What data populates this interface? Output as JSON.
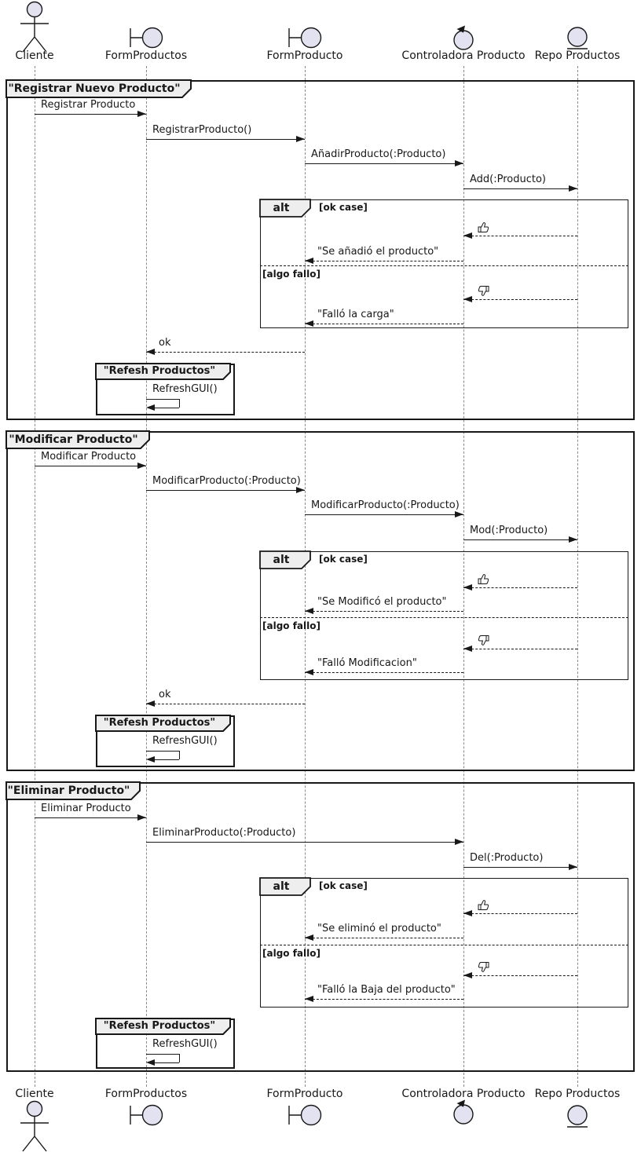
{
  "diagram_type": "uml-sequence",
  "colors": {
    "background": "#ffffff",
    "line": "#181818",
    "icon_fill": "#e2e2f0",
    "tab_fill": "#eeeeee",
    "lifeline": "#8a8a8a"
  },
  "participants": [
    {
      "id": "cliente",
      "label": "Cliente",
      "type": "actor"
    },
    {
      "id": "formProductos",
      "label": "FormProductos",
      "type": "boundary"
    },
    {
      "id": "formProducto",
      "label": "FormProducto",
      "type": "boundary"
    },
    {
      "id": "controladora",
      "label": "Controladora Producto",
      "type": "control"
    },
    {
      "id": "repo",
      "label": "Repo Productos",
      "type": "entity"
    }
  ],
  "icon_glyphs": {
    "thumbs-up": "👍",
    "thumbs-down": "👎"
  },
  "sections": [
    {
      "title": "\"Registrar Nuevo Producto\"",
      "calls": [
        {
          "from": "cliente",
          "to": "formProductos",
          "text": "Registrar Producto",
          "style": "call"
        },
        {
          "from": "formProductos",
          "to": "formProducto",
          "text": "RegistrarProducto()",
          "style": "call"
        },
        {
          "from": "formProducto",
          "to": "controladora",
          "text": "AñadirProducto(:Producto)",
          "style": "call"
        },
        {
          "from": "controladora",
          "to": "repo",
          "text": "Add(:Producto)",
          "style": "call"
        }
      ],
      "alt": {
        "operator": "alt",
        "guards": [
          "[ok case]",
          "[algo fallo]"
        ],
        "ok_messages": [
          {
            "from": "repo",
            "to": "controladora",
            "icon": "thumbs-up",
            "style": "return"
          },
          {
            "from": "controladora",
            "to": "formProducto",
            "text": "\"Se añadió el producto\"",
            "style": "return"
          }
        ],
        "fail_messages": [
          {
            "from": "repo",
            "to": "controladora",
            "icon": "thumbs-down",
            "style": "return"
          },
          {
            "from": "controladora",
            "to": "formProducto",
            "text": "\"Falló la carga\"",
            "style": "return"
          }
        ]
      },
      "post_messages": [
        {
          "from": "formProducto",
          "to": "formProductos",
          "text": "ok",
          "style": "return"
        }
      ],
      "refresh": {
        "title": "\"Refesh Productos\"",
        "self_message": {
          "on": "formProductos",
          "text": "RefreshGUI()"
        }
      }
    },
    {
      "title": "\"Modificar Producto\"",
      "calls": [
        {
          "from": "cliente",
          "to": "formProductos",
          "text": "Modificar Producto",
          "style": "call"
        },
        {
          "from": "formProductos",
          "to": "formProducto",
          "text": "ModificarProducto(:Producto)",
          "style": "call"
        },
        {
          "from": "formProducto",
          "to": "controladora",
          "text": "ModificarProducto(:Producto)",
          "style": "call"
        },
        {
          "from": "controladora",
          "to": "repo",
          "text": "Mod(:Producto)",
          "style": "call"
        }
      ],
      "alt": {
        "operator": "alt",
        "guards": [
          "[ok case]",
          "[algo fallo]"
        ],
        "ok_messages": [
          {
            "from": "repo",
            "to": "controladora",
            "icon": "thumbs-up",
            "style": "return"
          },
          {
            "from": "controladora",
            "to": "formProducto",
            "text": "\"Se Modificó el producto\"",
            "style": "return"
          }
        ],
        "fail_messages": [
          {
            "from": "repo",
            "to": "controladora",
            "icon": "thumbs-down",
            "style": "return"
          },
          {
            "from": "controladora",
            "to": "formProducto",
            "text": "\"Falló Modificacion\"",
            "style": "return"
          }
        ]
      },
      "post_messages": [
        {
          "from": "formProducto",
          "to": "formProductos",
          "text": "ok",
          "style": "return"
        }
      ],
      "refresh": {
        "title": "\"Refesh Productos\"",
        "self_message": {
          "on": "formProductos",
          "text": "RefreshGUI()"
        }
      }
    },
    {
      "title": "\"Eliminar Producto\"",
      "calls": [
        {
          "from": "cliente",
          "to": "formProductos",
          "text": "Eliminar Producto",
          "style": "call"
        },
        {
          "from": "formProductos",
          "to": "controladora",
          "text": "EliminarProducto(:Producto)",
          "style": "call"
        },
        {
          "from": "controladora",
          "to": "repo",
          "text": "Del(:Producto)",
          "style": "call"
        }
      ],
      "alt": {
        "operator": "alt",
        "guards": [
          "[ok case]",
          "[algo fallo]"
        ],
        "ok_messages": [
          {
            "from": "repo",
            "to": "controladora",
            "icon": "thumbs-up",
            "style": "return"
          },
          {
            "from": "controladora",
            "to": "formProducto",
            "text": "\"Se eliminó el producto\"",
            "style": "return"
          }
        ],
        "fail_messages": [
          {
            "from": "repo",
            "to": "controladora",
            "icon": "thumbs-down",
            "style": "return"
          },
          {
            "from": "controladora",
            "to": "formProducto",
            "text": "\"Falló la Baja del producto\"",
            "style": "return"
          }
        ]
      },
      "post_messages": [],
      "refresh": {
        "title": "\"Refesh Productos\"",
        "self_message": {
          "on": "formProductos",
          "text": "RefreshGUI()"
        }
      }
    }
  ]
}
